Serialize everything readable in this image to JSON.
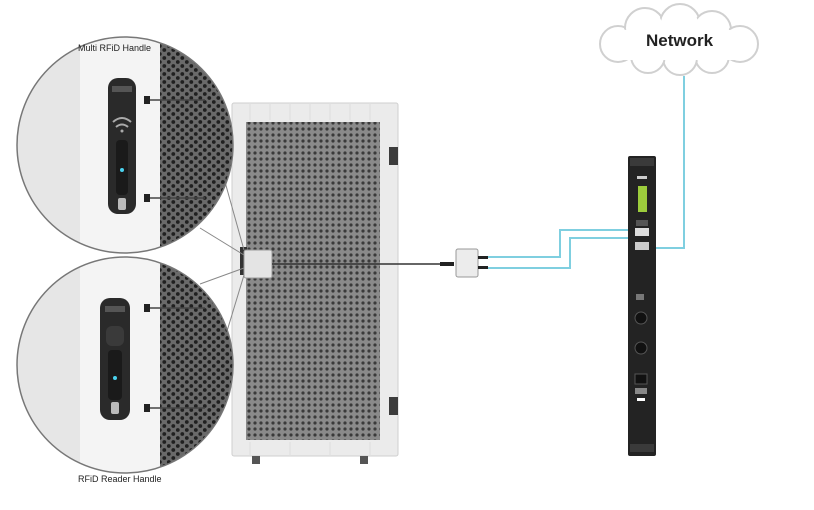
{
  "labels": {
    "multi_handle": "Multi RFiD Handle",
    "reader_handle": "RFiD Reader Handle",
    "network": "Network"
  },
  "colors": {
    "cable_blue": "#7fcfe0",
    "pdu_accent": "#9ccc3c",
    "cabinet": "#ebebeb"
  }
}
